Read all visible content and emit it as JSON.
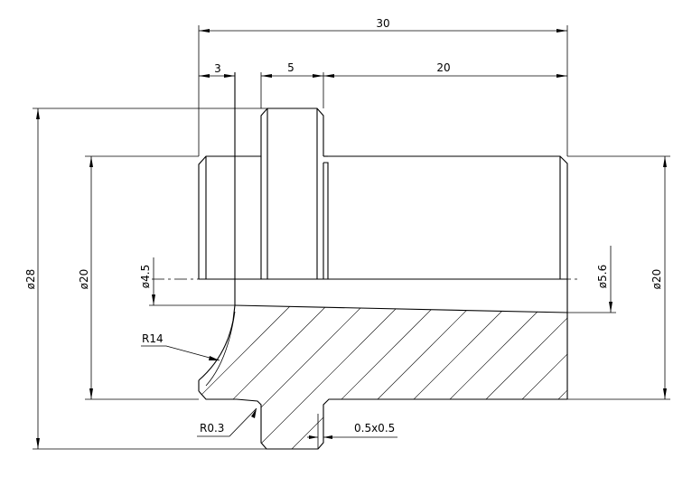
{
  "drawing": {
    "dimensions": {
      "overall_length": "30",
      "step_length": "3",
      "flange_width": "5",
      "body_length": "20",
      "flange_diameter": "ø28",
      "left_diameter": "ø20",
      "right_diameter": "ø20",
      "bore_small": "ø4.5",
      "bore_large": "ø5.6",
      "inner_radius": "R14",
      "fillet_radius": "R0.3",
      "chamfer": "0.5x0.5"
    }
  }
}
